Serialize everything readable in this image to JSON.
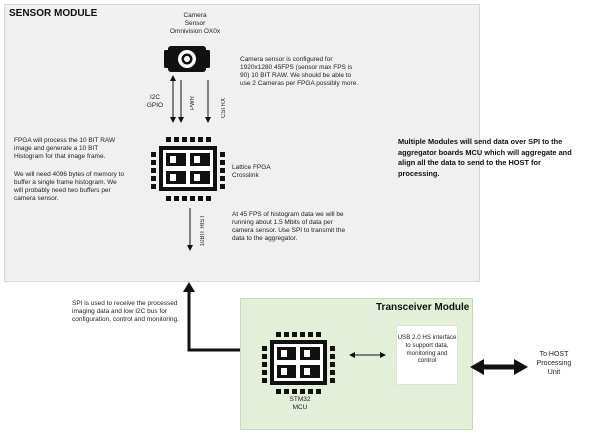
{
  "sensor_module": {
    "title": "SENSOR MODULE",
    "camera_label": [
      "Camera",
      "Sensor",
      "Omnivision OX0x"
    ],
    "camera_note": "Camera sensor is configured for 1920x1280 45FPS (sensor max FPS is 90) 10 BIT RAW.  We should be able to use 2 Cameras per FPGA possibly more.",
    "signal_i2c": [
      "I2C",
      "GPIO"
    ],
    "signal_pwr": "PWR",
    "signal_csi": "CSI RX",
    "fpga_note_1": "FPGA will process the 10 BIT RAW image and generate a 10 BIT Histogram for that image frame.",
    "fpga_note_2": "We will need 4096 bytes of memory to buffer a single frame histogram.  We will probably need two buffers per camera sensor.",
    "fpga_label": [
      "Lattice FPGA",
      "Crosslink"
    ],
    "hist_label": "10BIT HIST",
    "hist_note": "At 45 FPS of histogram data we will be running about 1.5 Mbits of data per camera sensor.  Use SPI to transmit the data to the aggregator."
  },
  "aggregation_note": "Multiple Modules will send data over SPI to the aggregator boards MCU which will aggregate and align all the data to send to the HOST for processing.",
  "spi_note": "SPI is used to receive the processed imaging data and low I2C bus for configuration, control and monitoring.",
  "transceiver_module": {
    "title": "Transceiver Module",
    "mcu_label": [
      "STM32",
      "MCU"
    ],
    "usb_note": "USB 2.0 HS interface to support data, monitoring and control"
  },
  "host_label": [
    "To HOST",
    "Processing",
    "Unit"
  ]
}
